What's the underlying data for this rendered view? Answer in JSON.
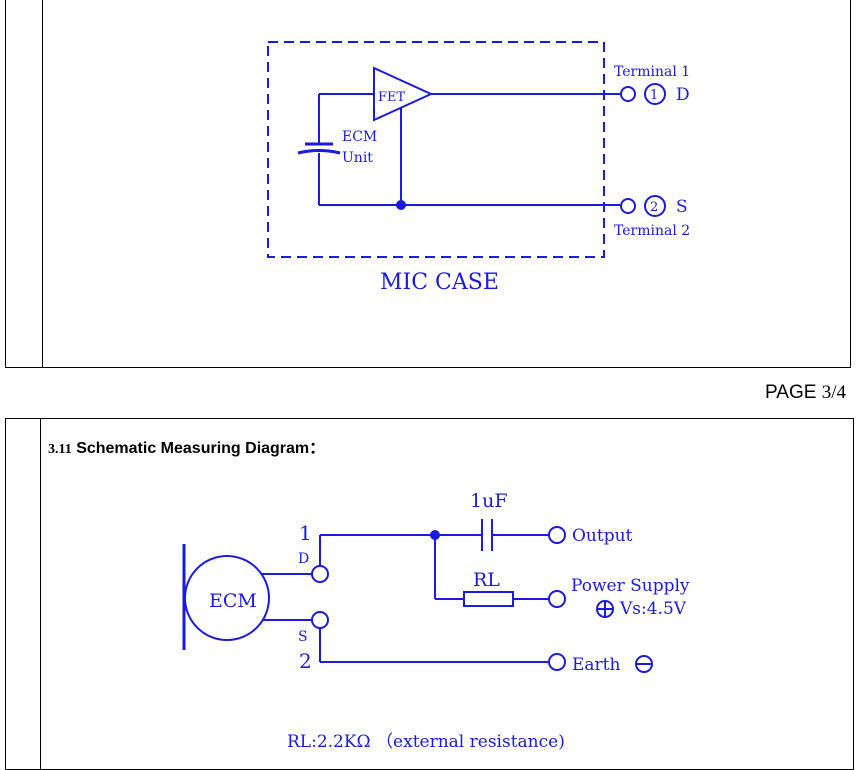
{
  "colors": {
    "schematic": "#1a1ae0",
    "border": "#000000"
  },
  "top_diagram": {
    "fet_label": "FET",
    "ecm_label_line1": "ECM",
    "ecm_label_line2": "Unit",
    "terminal1_label": "Terminal 1",
    "terminal1_number": "1",
    "terminal1_pin": "D",
    "terminal2_label": "Terminal 2",
    "terminal2_number": "2",
    "terminal2_pin": "S",
    "case_label": "MIC CASE"
  },
  "page": {
    "label": "PAGE",
    "value": "3/4"
  },
  "section": {
    "number": "3.11",
    "title": "Schematic Measuring Diagram",
    "colon": "："
  },
  "measuring_diagram": {
    "ecm_label": "ECM",
    "pin1_number": "1",
    "pin1_letter": "D",
    "pin2_letter": "S",
    "pin2_number": "2",
    "capacitor_label": "1uF",
    "resistor_label": "RL",
    "output_label": "Output",
    "power_supply_label": "Power Supply",
    "vs_label": "Vs:4.5V",
    "earth_label": "Earth",
    "note": "RL:2.2KΩ （external resistance)"
  }
}
